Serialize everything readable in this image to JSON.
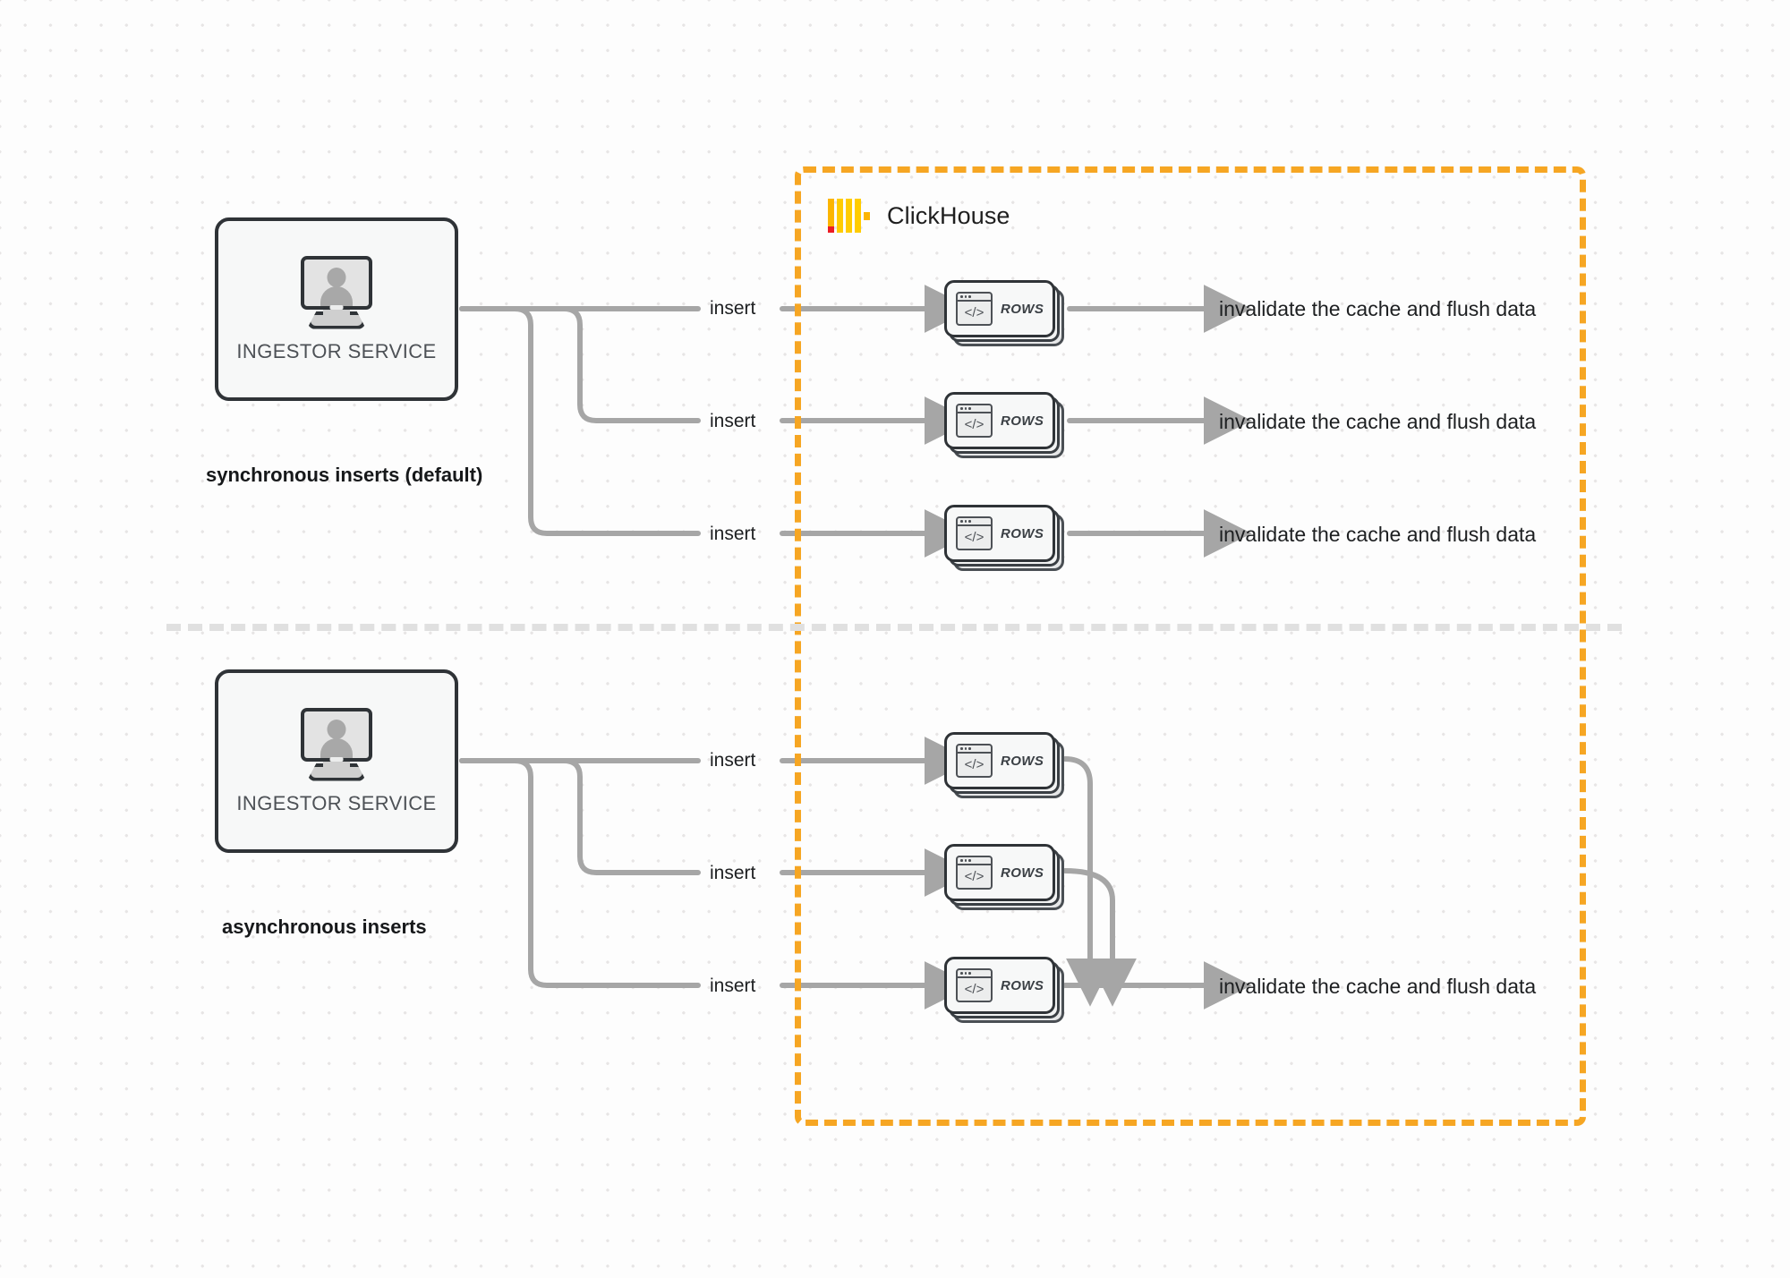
{
  "diagram": {
    "title": "ClickHouse synchronous vs asynchronous inserts",
    "colors": {
      "zone_border": "#f6a623",
      "wire": "#a6a6a6",
      "node_border": "#2f3337",
      "node_fill": "#f7f8f8",
      "logo_yellow": "#ffcc00",
      "logo_red": "#ec1c24",
      "divider": "#e0e0e0",
      "background": "#fdfdfd",
      "dot_grid": "#e7e5e5"
    }
  },
  "clickhouse_zone": {
    "logo_name": "clickhouse-logo",
    "label": "ClickHouse"
  },
  "sections": [
    {
      "id": "synchronous",
      "caption": "synchronous inserts (default)",
      "source": {
        "label": "INGESTOR SERVICE",
        "icon": "monitor-user-icon"
      },
      "flows": [
        {
          "edge_label": "insert",
          "node_label": "ROWS",
          "sink_label": "invalidate the cache and flush data"
        },
        {
          "edge_label": "insert",
          "node_label": "ROWS",
          "sink_label": "invalidate the cache and flush data"
        },
        {
          "edge_label": "insert",
          "node_label": "ROWS",
          "sink_label": "invalidate the cache and flush data"
        }
      ]
    },
    {
      "id": "asynchronous",
      "caption": "asynchronous inserts",
      "source": {
        "label": "INGESTOR SERVICE",
        "icon": "monitor-user-icon"
      },
      "flows": [
        {
          "edge_label": "insert",
          "node_label": "ROWS",
          "sink_label": ""
        },
        {
          "edge_label": "insert",
          "node_label": "ROWS",
          "sink_label": ""
        },
        {
          "edge_label": "insert",
          "node_label": "ROWS",
          "sink_label": "invalidate the cache and flush data"
        }
      ],
      "merged_sink_label": "invalidate the cache and flush data"
    }
  ]
}
